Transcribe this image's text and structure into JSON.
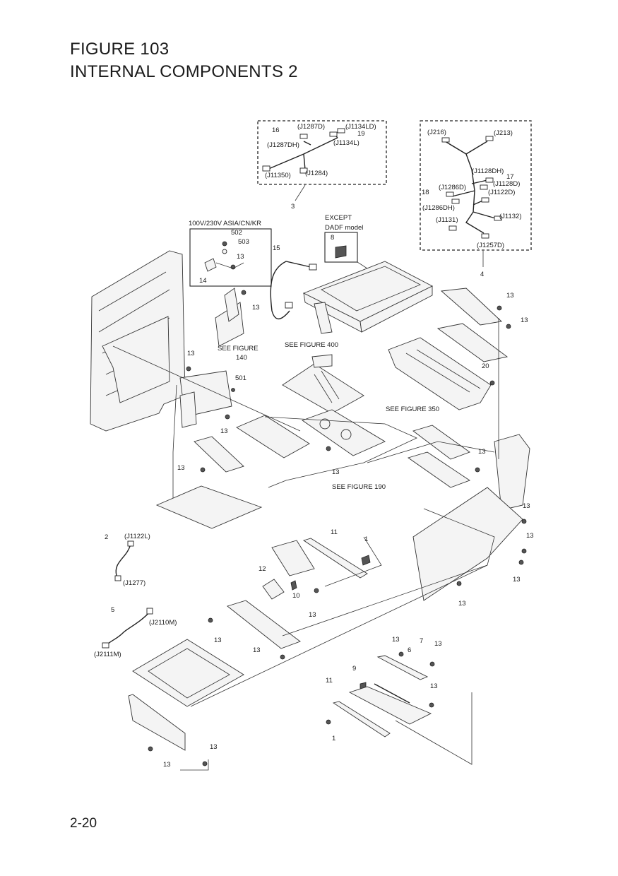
{
  "header": {
    "title_line1": "FIGURE 103",
    "title_line2": "INTERNAL COMPONENTS 2"
  },
  "footer": {
    "page_number": "2-20"
  },
  "harness_box_3": {
    "callouts": [
      "16",
      "19",
      "3"
    ],
    "connectors": [
      "(J1287D)",
      "(J1134LD)",
      "(J1287DH)",
      "(J1134L)",
      "(J11350)",
      "(J1284)"
    ]
  },
  "harness_box_4": {
    "callouts": [
      "17",
      "18",
      "4"
    ],
    "connectors": [
      "(J216)",
      "(J213)",
      "(J1128DH)",
      "(J1286D)",
      "(J1128D)",
      "(J1122D)",
      "(J1286DH)",
      "(J1132)",
      "(J1131)",
      "(J1257D)"
    ]
  },
  "region_box": {
    "label": "100V/230V ASIA/CN/KR",
    "callouts": [
      "502",
      "503",
      "13",
      "14"
    ]
  },
  "except_note": {
    "line1": "EXCEPT",
    "line2": "DADF model",
    "callout": "8"
  },
  "see_figures": {
    "fig140_line1": "SEE FIGURE",
    "fig140_line2": "140",
    "fig400": "SEE FIGURE 400",
    "fig350": "SEE FIGURE 350",
    "fig190": "SEE FIGURE 190"
  },
  "harness_2": {
    "callout": "2",
    "connectors": [
      "(J1122L)",
      "(J1277)"
    ]
  },
  "harness_5": {
    "callout": "5",
    "connectors": [
      "(J2110M)",
      "(J2111M)"
    ]
  },
  "callouts": {
    "c15": "15",
    "c13": "13",
    "c20": "20",
    "c501": "501",
    "c11": "11",
    "c1": "1",
    "c12": "12",
    "c10": "10",
    "c6": "6",
    "c7": "7",
    "c9": "9"
  }
}
